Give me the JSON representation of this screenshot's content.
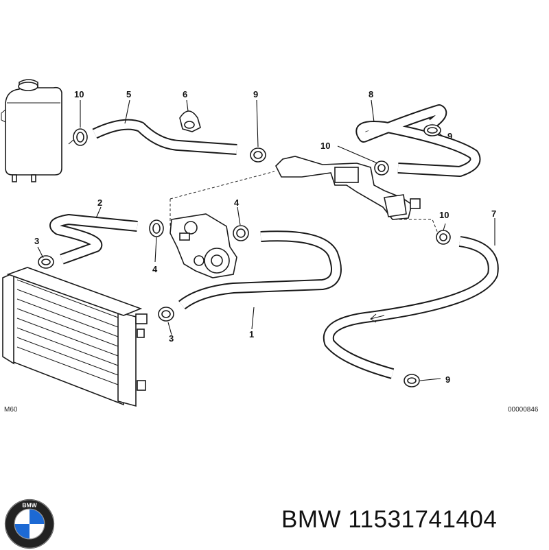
{
  "diagram": {
    "callouts": {
      "c1": "1",
      "c2": "2",
      "c3a": "3",
      "c3b": "3",
      "c4a": "4",
      "c4b": "4",
      "c5": "5",
      "c6": "6",
      "c7": "7",
      "c8": "8",
      "c9a": "9",
      "c9b": "9",
      "c9c": "9",
      "c10a": "10",
      "c10b": "10",
      "c10c": "10"
    },
    "model_code": "M60",
    "drawing_number": "00000846"
  },
  "product": {
    "brand": "BMW",
    "part_number": "11531741404",
    "logo_text": "BMW"
  }
}
